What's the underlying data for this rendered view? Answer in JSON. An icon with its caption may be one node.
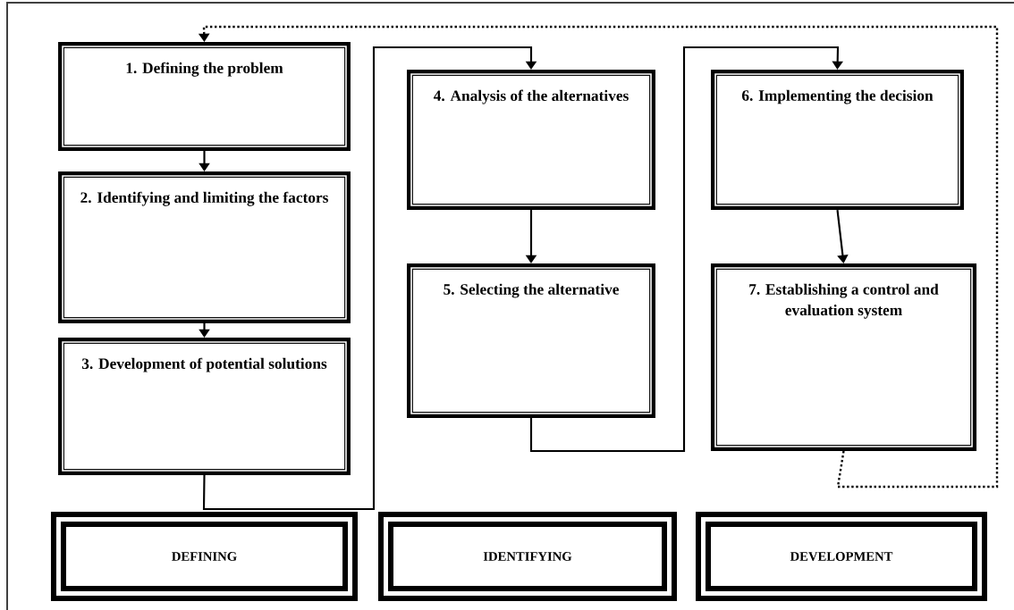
{
  "diagram": {
    "nodes": [
      {
        "text": [
          "1. Defining the problem"
        ]
      },
      {
        "text": [
          "2. Identifying and limiting the factors"
        ]
      },
      {
        "text": [
          "3. Development of potential solutions"
        ]
      },
      {
        "text": [
          "4. Analysis of the alternatives"
        ]
      },
      {
        "text": [
          "5. Selecting the alternative"
        ]
      },
      {
        "text": [
          "6. Implementing the decision"
        ]
      },
      {
        "text": [
          "7. Establishing a control and evaluation system"
        ]
      },
      {
        "text": [
          "DEFINING"
        ]
      },
      {
        "text": [
          "IDENTIFYING"
        ]
      },
      {
        "text": [
          "DEVELOPMENT"
        ]
      }
    ],
    "edges": [
      {
        "from": 0,
        "to": 1,
        "arrow": "to"
      },
      {
        "from": 1,
        "to": 2,
        "arrow": "to"
      },
      {
        "from": 2,
        "to": 3,
        "arrow": "to"
      },
      {
        "from": 3,
        "to": 4,
        "arrow": "to"
      },
      {
        "from": 4,
        "to": 5,
        "arrow": "to"
      },
      {
        "from": 5,
        "to": 6,
        "arrow": "to"
      },
      {
        "from": 6,
        "to": 0,
        "arrow": "to",
        "style": "dashed"
      }
    ]
  }
}
